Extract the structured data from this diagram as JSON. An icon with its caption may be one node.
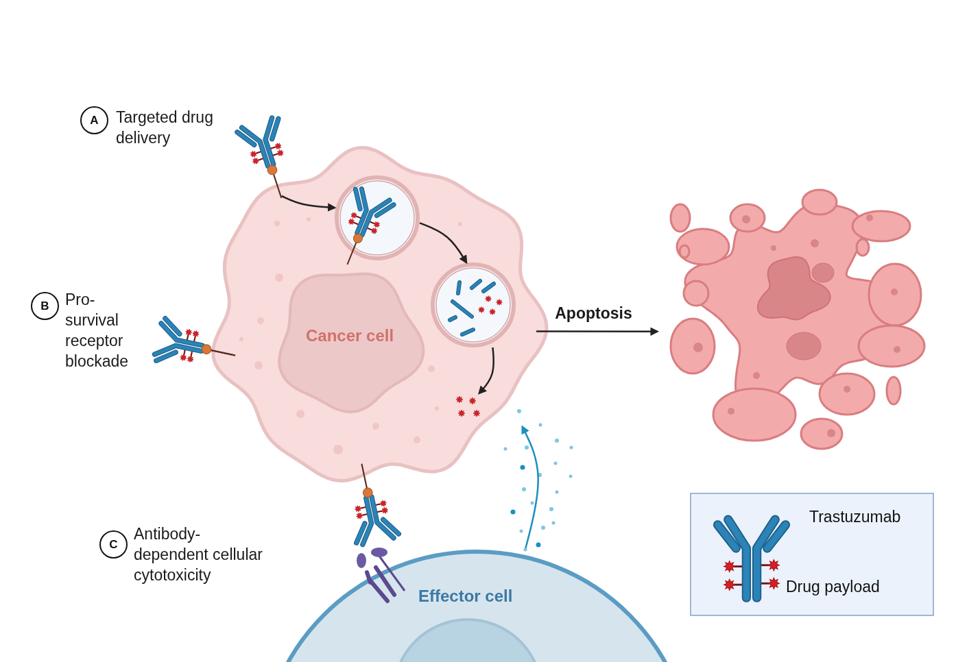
{
  "diagram": {
    "nodes": [
      {
        "text": [
          "Cancer cell"
        ]
      },
      {
        "text": [
          "A"
        ],
        "beside": [
          "Targeted drug delivery"
        ]
      },
      {
        "text": [],
        "shape": "picture"
      },
      {
        "text": [],
        "shape": "picture",
        "in": 0
      },
      {
        "text": [],
        "shape": "picture",
        "in": 0
      },
      {
        "text": [],
        "shape": "picture",
        "in": 0
      },
      {
        "text": [
          "B"
        ],
        "beside": [
          "Pro-survival receptor blockade"
        ]
      },
      {
        "text": [],
        "shape": "picture"
      },
      {
        "text": [],
        "shape": "picture"
      },
      {
        "text": [
          "C"
        ],
        "beside": [
          "Antibody-dependent cellular cytotoxicity"
        ]
      },
      {
        "text": [],
        "shape": "picture"
      },
      {
        "text": [
          "Effector cell"
        ]
      }
    ],
    "edges": [
      {
        "from": 2,
        "to": 3,
        "arrow": "to"
      },
      {
        "from": 3,
        "to": 4,
        "arrow": "to"
      },
      {
        "from": 4,
        "to": 5,
        "arrow": "to"
      },
      {
        "from": 0,
        "to": 8,
        "arrow": "to",
        "label": "Apoptosis"
      },
      {
        "from": 11,
        "to": 0,
        "arrow": "to",
        "color": "#1b8fc2"
      }
    ],
    "legend": [
      {
        "text": "Trastuzumab"
      },
      {
        "text": "Drug payload"
      }
    ]
  }
}
